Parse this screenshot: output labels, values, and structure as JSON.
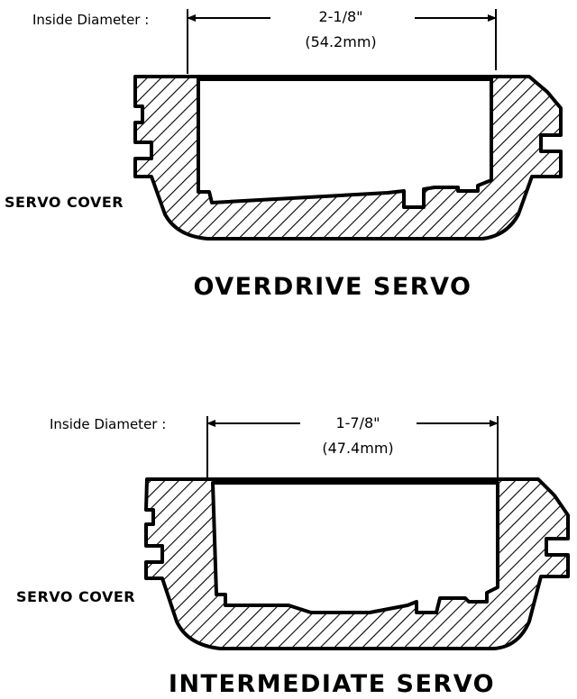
{
  "overdrive": {
    "inside_diameter_label": "Inside Diameter :",
    "dimension_imperial": "2-1/8\"",
    "dimension_metric": "(54.2mm)",
    "cover_label": "SERVO COVER",
    "title": "OVERDRIVE SERVO"
  },
  "intermediate": {
    "inside_diameter_label": "Inside Diameter :",
    "dimension_imperial": "1-7/8\"",
    "dimension_metric": "(47.4mm)",
    "cover_label": "SERVO COVER",
    "title": "INTERMEDIATE SERVO"
  }
}
